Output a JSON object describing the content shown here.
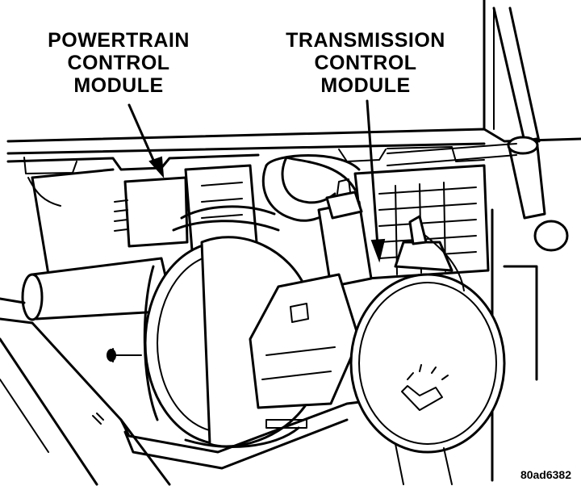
{
  "labels": {
    "pcm": {
      "line1": "POWERTRAIN",
      "line2": "CONTROL",
      "line3": "MODULE"
    },
    "tcm": {
      "line1": "TRANSMISSION",
      "line2": "CONTROL",
      "line3": "MODULE"
    }
  },
  "figure_code": "80ad6382",
  "colors": {
    "ink": "#000000",
    "paper": "#ffffff"
  }
}
